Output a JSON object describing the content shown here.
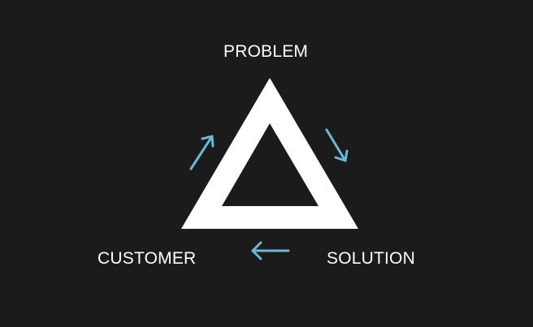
{
  "diagram": {
    "nodes": [
      {
        "id": "problem",
        "label": "PROBLEM"
      },
      {
        "id": "solution",
        "label": "SOLUTION"
      },
      {
        "id": "customer",
        "label": "CUSTOMER"
      }
    ],
    "edges": [
      {
        "from": "problem",
        "to": "solution",
        "icon": "arrow-icon"
      },
      {
        "from": "solution",
        "to": "customer",
        "icon": "arrow-icon"
      },
      {
        "from": "customer",
        "to": "problem",
        "icon": "arrow-icon"
      }
    ],
    "center_icon": "triangle-outline-icon"
  },
  "colors": {
    "background": "#1b1b1b",
    "text": "#ffffff",
    "triangle": "#ffffff",
    "arrow": "#6db8da"
  }
}
